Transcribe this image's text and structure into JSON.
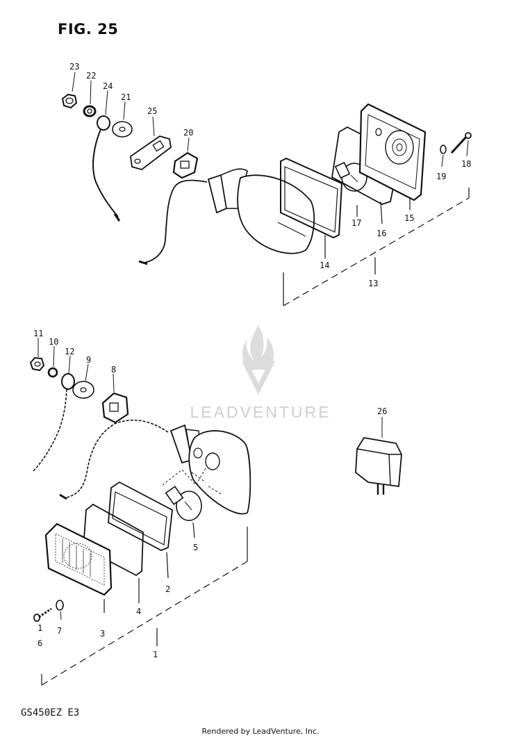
{
  "figure": {
    "title": "FIG. 25",
    "model": "GS450EZ E3"
  },
  "footer": "Rendered by LeadVenture, Inc.",
  "watermark": "LEADVENTURE",
  "callouts": {
    "c1": "1",
    "c2": "2",
    "c3": "3",
    "c4": "4",
    "c5": "5",
    "c6": "6",
    "c7": "7",
    "c8": "8",
    "c9": "9",
    "c10": "10",
    "c11": "11",
    "c12": "12",
    "c13": "13",
    "c14": "14",
    "c15": "15",
    "c16": "16",
    "c17": "17",
    "c18": "18",
    "c19": "19",
    "c20": "20",
    "c21": "21",
    "c22": "22",
    "c23": "23",
    "c24": "24",
    "c25": "25",
    "c26": "26"
  },
  "icons": [
    "lead-venture-flame-logo"
  ]
}
